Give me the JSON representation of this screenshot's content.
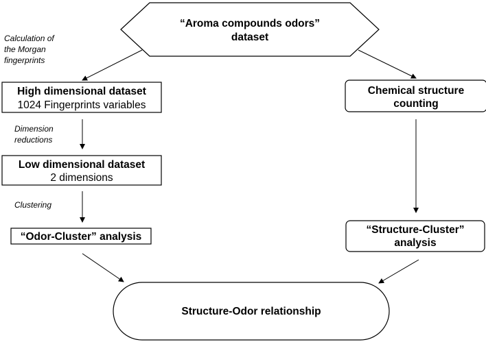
{
  "nodes": {
    "dataset": {
      "line1": "“Aroma compounds odors”",
      "line2": "dataset"
    },
    "high_dim": {
      "line1": "High dimensional dataset",
      "line2": "1024 Fingerprints variables"
    },
    "low_dim": {
      "line1": "Low dimensional dataset",
      "line2": "2 dimensions"
    },
    "odor_cluster": {
      "label": "“Odor-Cluster” analysis"
    },
    "chem_counting": {
      "line1": "Chemical structure",
      "line2": "counting"
    },
    "structure_cluster": {
      "line1": "“Structure-Cluster”",
      "line2": "analysis"
    },
    "relationship": {
      "label": "Structure-Odor relationship"
    }
  },
  "edge_labels": {
    "morgan": [
      "Calculation of",
      "the Morgan",
      "fingerprints"
    ],
    "dimension": [
      "Dimension",
      "reductions"
    ],
    "clustering": [
      "Clustering"
    ]
  }
}
